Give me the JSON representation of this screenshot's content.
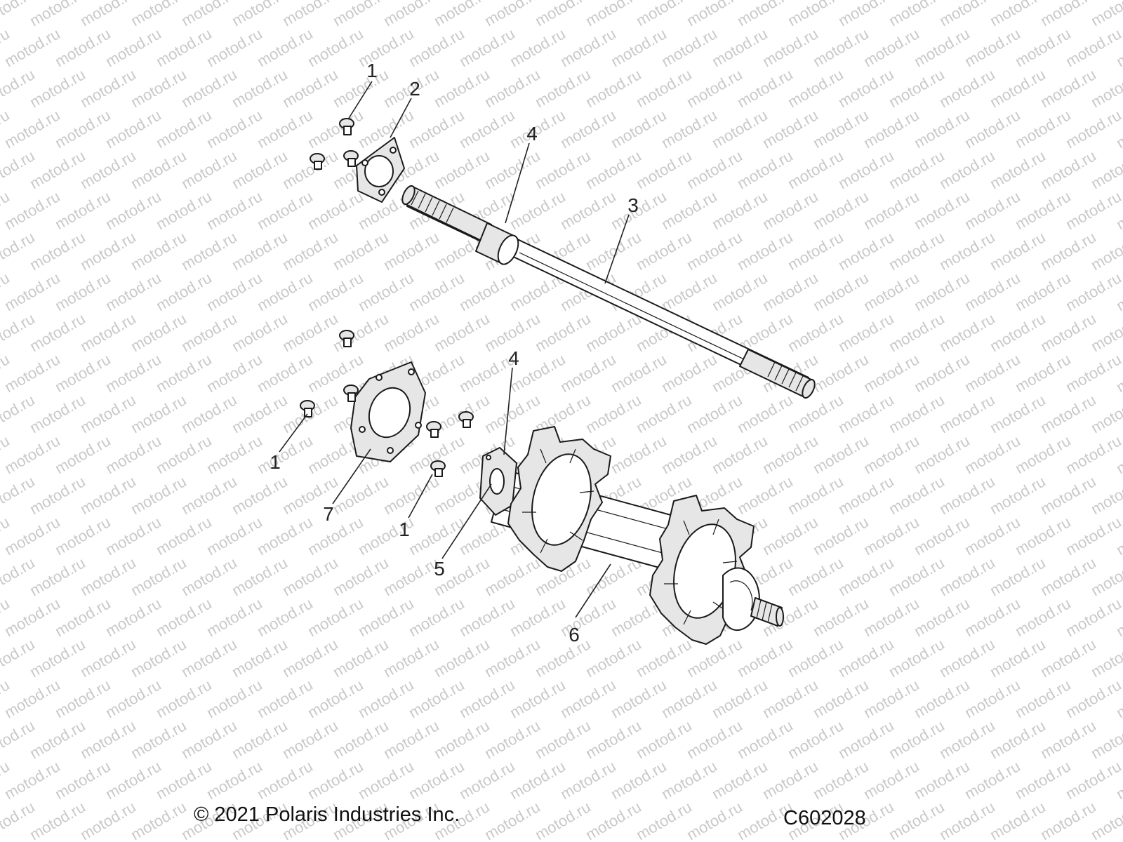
{
  "watermark": {
    "text": "motod.ru"
  },
  "callouts": {
    "c1_top": "1",
    "c2": "2",
    "c4_top": "4",
    "c3": "3",
    "c4_lower": "4",
    "c1_left": "1",
    "c7": "7",
    "c1_right": "1",
    "c5": "5",
    "c6": "6"
  },
  "footer": {
    "copyright": "© 2021 Polaris Industries Inc.",
    "diagram_code": "C602028"
  },
  "colors": {
    "line": "#1a1a1a",
    "watermark": "#c9c9c9",
    "part_fill": "#e6e6e6"
  }
}
